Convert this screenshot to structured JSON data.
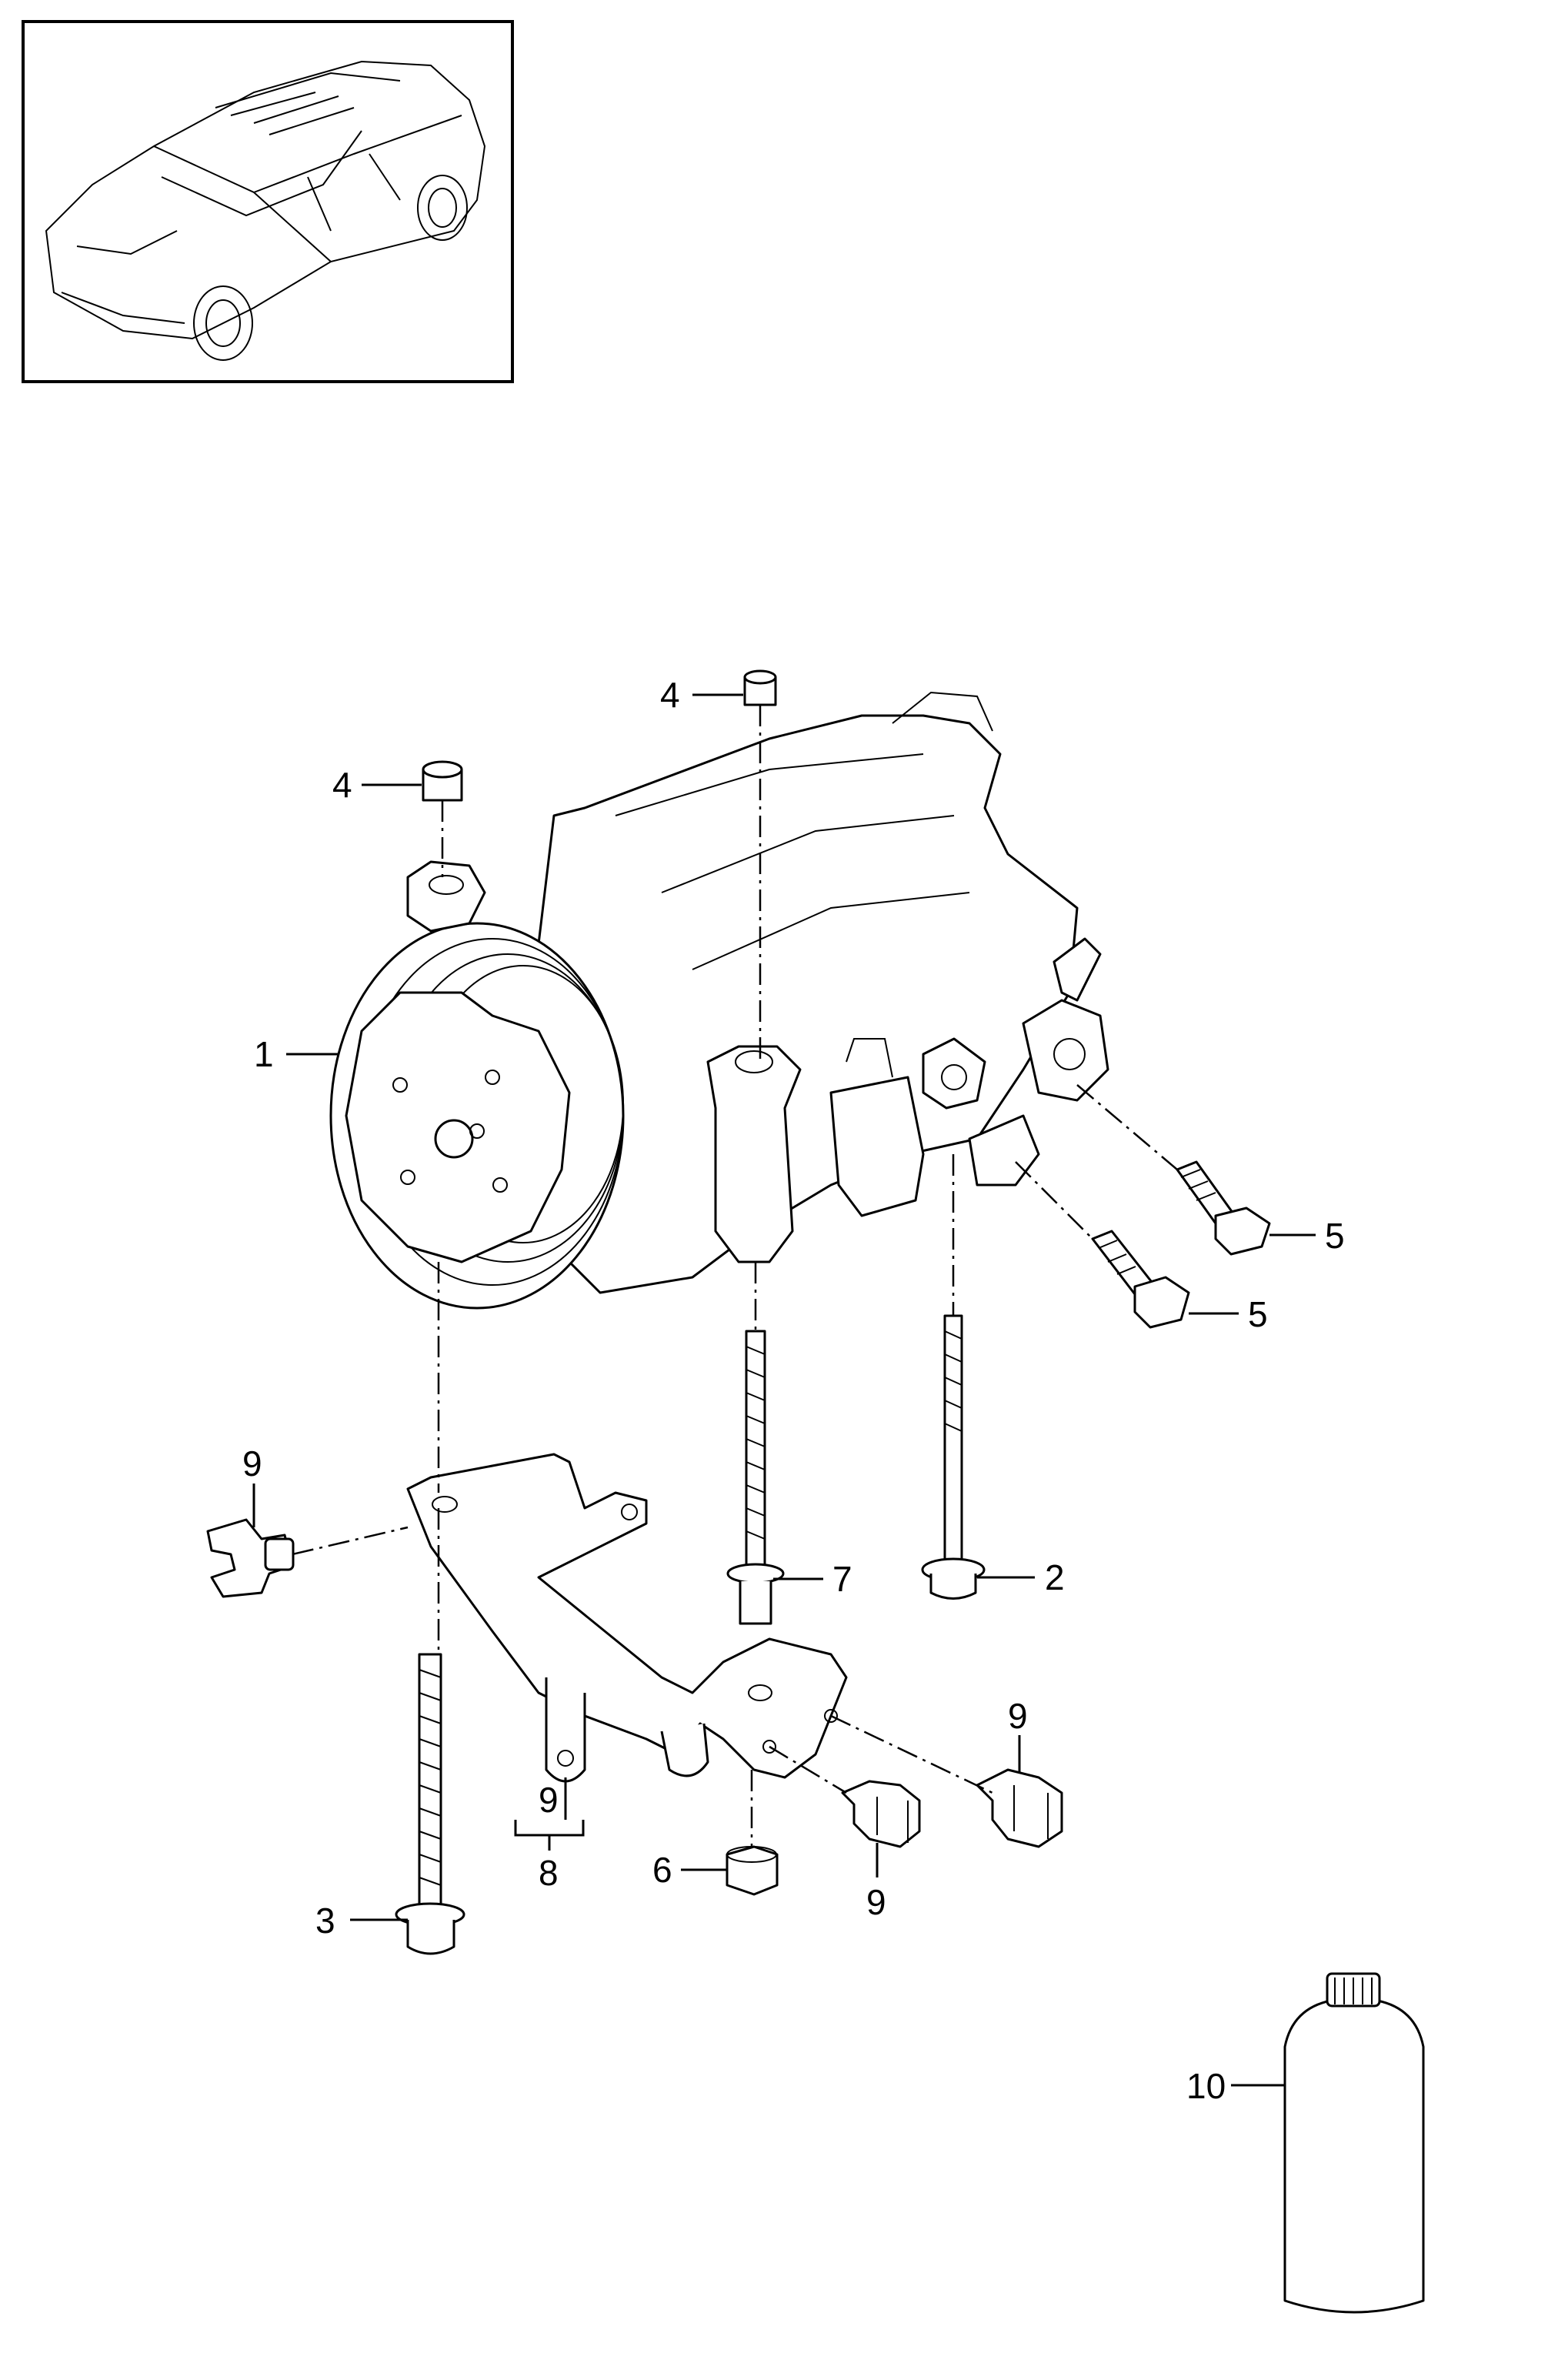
{
  "thumbnail": {
    "name": "vehicle-overview-thumbnail"
  },
  "callouts": [
    {
      "id": "c1",
      "text": "1"
    },
    {
      "id": "c2",
      "text": "2"
    },
    {
      "id": "c3",
      "text": "3"
    },
    {
      "id": "c4a",
      "text": "4"
    },
    {
      "id": "c4b",
      "text": "4"
    },
    {
      "id": "c5a",
      "text": "5"
    },
    {
      "id": "c5b",
      "text": "5"
    },
    {
      "id": "c6",
      "text": "6"
    },
    {
      "id": "c7",
      "text": "7"
    },
    {
      "id": "c8",
      "text": "8"
    },
    {
      "id": "c9a",
      "text": "9"
    },
    {
      "id": "c9b",
      "text": "9"
    },
    {
      "id": "c9c",
      "text": "9"
    },
    {
      "id": "c9d",
      "text": "9"
    },
    {
      "id": "c10",
      "text": "10"
    }
  ]
}
